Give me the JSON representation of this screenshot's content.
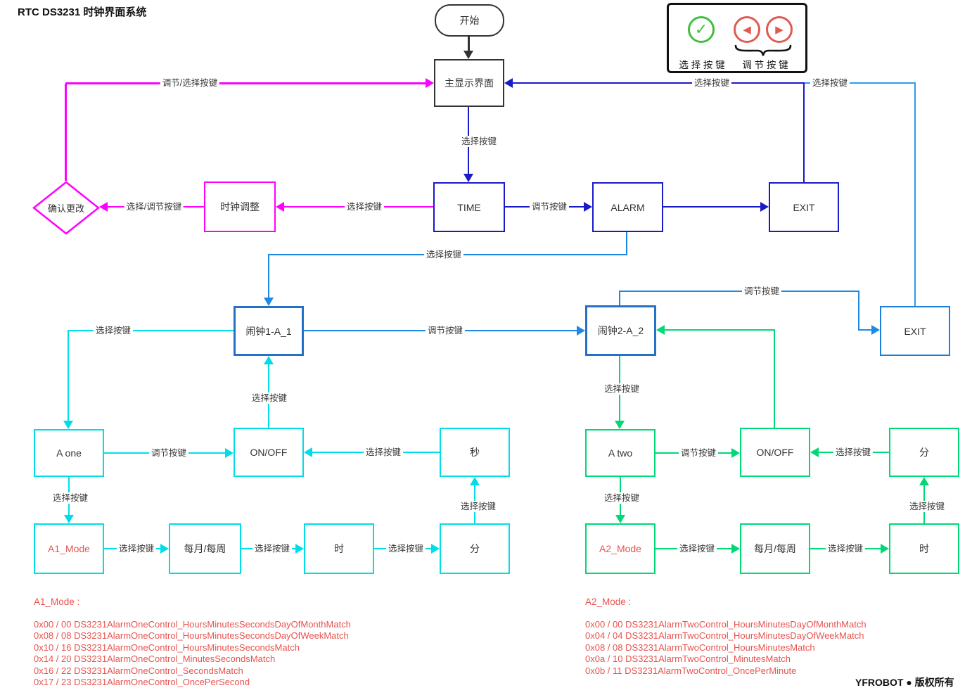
{
  "title": "RTC DS3231 时钟界面系统",
  "legend": {
    "select_label": "选 择 按 键",
    "adjust_label": "调 节 按 键",
    "check_glyph": "✓",
    "left_glyph": "◀",
    "right_glyph": "▶"
  },
  "labels": {
    "select": "选择按键",
    "adjust": "调节按键",
    "adjust_or_select": "调节/选择按键",
    "select_or_adjust": "选择/调节按键"
  },
  "nodes": {
    "start": "开始",
    "main": "主显示界面",
    "confirm": "确认更改",
    "clock_adjust": "时钟调整",
    "time": "TIME",
    "alarm": "ALARM",
    "exit1": "EXIT",
    "alarm1": "闹钟1-A_1",
    "alarm2": "闹钟2-A_2",
    "exit2": "EXIT",
    "a_one": "A one",
    "onoff1": "ON/OFF",
    "sec1": "秒",
    "a1_mode": "A1_Mode",
    "monthweek1": "每月/每周",
    "hour1": "时",
    "min1": "分",
    "a_two": "A two",
    "onoff2": "ON/OFF",
    "min2": "分",
    "a2_mode": "A2_Mode",
    "monthweek2": "每月/每周",
    "hour2": "时"
  },
  "mode_lists": {
    "a1": {
      "heading": "A1_Mode :",
      "items": [
        "0x00 / 00 DS3231AlarmOneControl_HoursMinutesSecondsDayOfMonthMatch",
        "0x08 / 08 DS3231AlarmOneControl_HoursMinutesSecondsDayOfWeekMatch",
        "0x10 / 16 DS3231AlarmOneControl_HoursMinutesSecondsMatch",
        "0x14 / 20 DS3231AlarmOneControl_MinutesSecondsMatch",
        "0x16 / 22 DS3231AlarmOneControl_SecondsMatch",
        "0x17 / 23 DS3231AlarmOneControl_OncePerSecond"
      ]
    },
    "a2": {
      "heading": "A2_Mode :",
      "items": [
        "0x00 / 00 DS3231AlarmTwoControl_HoursMinutesDayOfMonthMatch",
        "0x04 / 04 DS3231AlarmTwoControl_HoursMinutesDayOfWeekMatch",
        "0x08 / 08 DS3231AlarmTwoControl_HoursMinutesMatch",
        "0x0a / 10 DS3231AlarmTwoControl_MinutesMatch",
        "0x0b / 11 DS3231AlarmTwoControl_OncePerMinute"
      ]
    }
  },
  "footer": "YFROBOT ● 版权所有",
  "colors": {
    "magenta": "#ff00ff",
    "dark_blue": "#1a1ac8",
    "link_blue": "#1e88e5",
    "return_blue": "#2b9cf2",
    "alarm_blue": "#2471c7",
    "exit_blue": "#1e7fd8",
    "cyan": "#00dde8",
    "green": "#00d877",
    "red_text": "#e8534e",
    "green_icon": "#3fbf3f",
    "red_icon": "#e05a50"
  }
}
